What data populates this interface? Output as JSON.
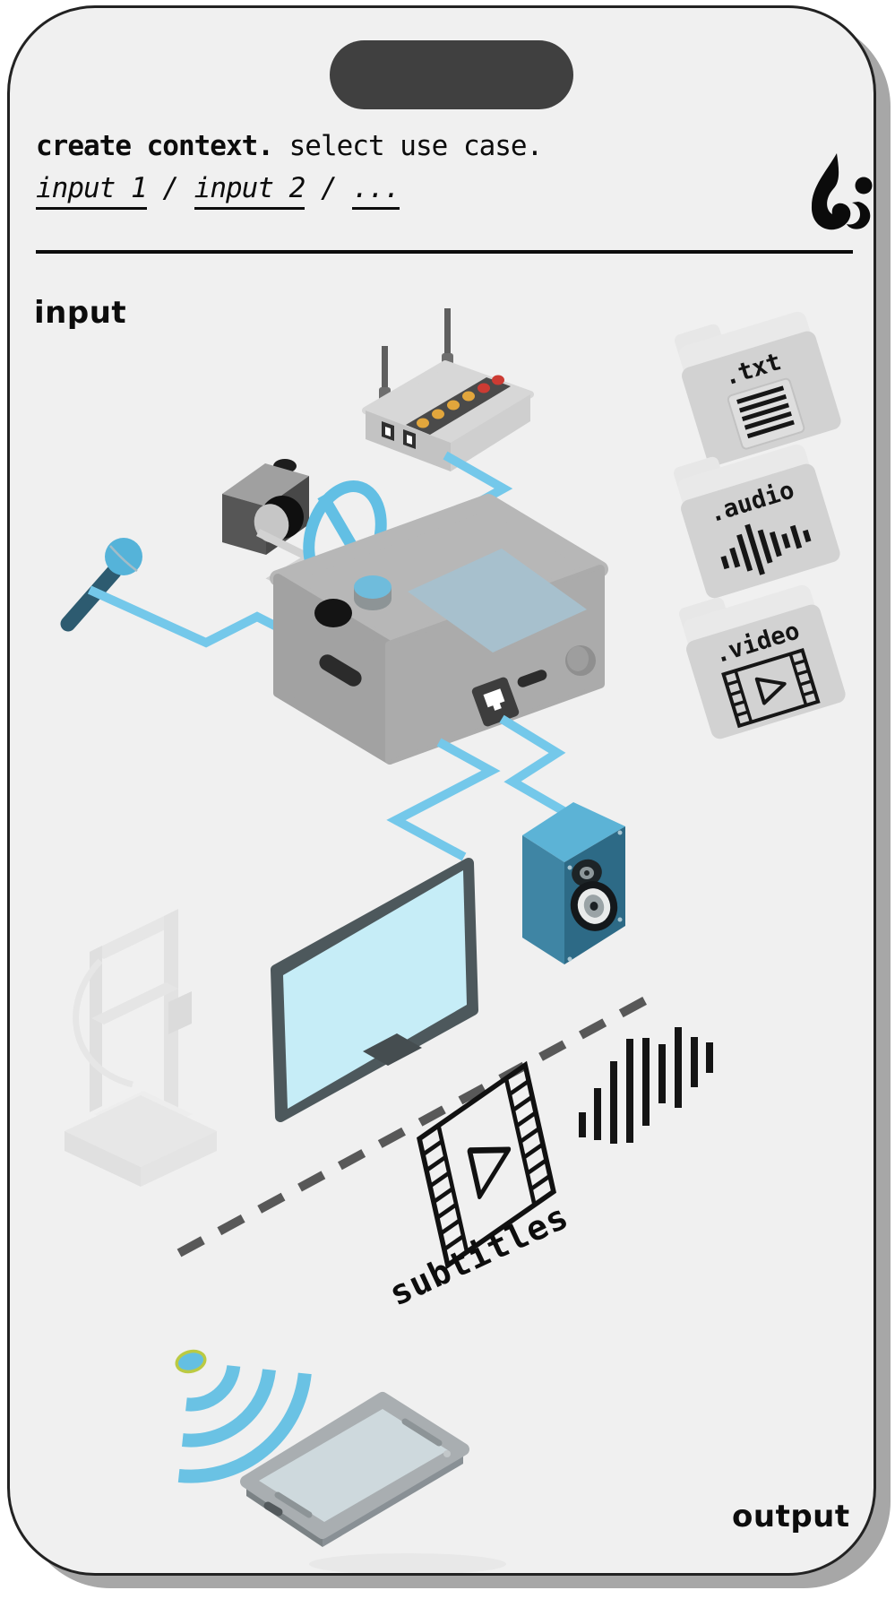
{
  "header": {
    "title_bold": "create context.",
    "title_rest": "select use case.",
    "nav": {
      "link1": "input 1",
      "link2": "input 2",
      "link3": "...",
      "separator": "/"
    }
  },
  "section_labels": {
    "input": "input",
    "output": "output"
  },
  "folders": [
    {
      "label": ".txt",
      "icon": "text-file-icon"
    },
    {
      "label": ".audio",
      "icon": "waveform-icon"
    },
    {
      "label": ".video",
      "icon": "film-strip-icon"
    }
  ],
  "annotations": {
    "subtitles_label": "subtitles"
  },
  "icons": {
    "logo": "flame-logo-icon",
    "blocked": "no-sign-icon",
    "wireless": "wifi-icon"
  },
  "colors": {
    "frame_bg": "#f0f0f0",
    "notch": "#404040",
    "accent_blue": "#74c8ea",
    "prohibit_blue": "#62bfe4",
    "speaker_teal": "#2d6a86",
    "tv_screen": "#c6edf7",
    "wire_gray": "#d2d2d2",
    "led_yellow": "#e2a63c",
    "led_red": "#cc3b33",
    "wifi_dot_ring": "#bbca43",
    "shadow": "#a7a7a7"
  }
}
